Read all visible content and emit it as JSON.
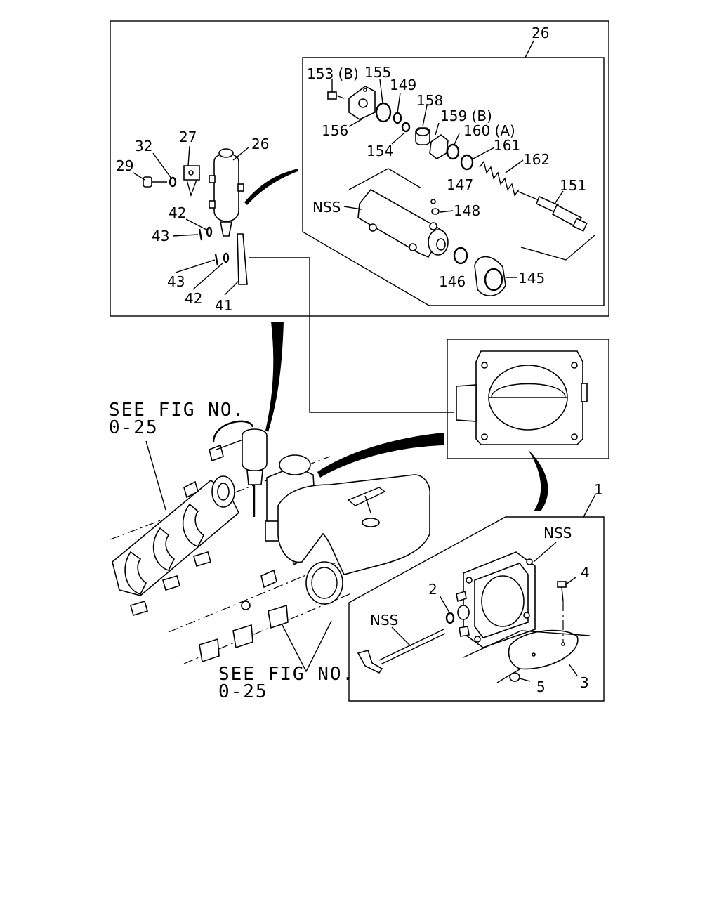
{
  "see_fig": {
    "line1": "SEE FIG NO.",
    "line2": "0-25"
  },
  "labels": {
    "n1": "1",
    "n2": "2",
    "n3": "3",
    "n4": "4",
    "n5": "5",
    "n26_box": "26",
    "n26": "26",
    "n27": "27",
    "n29": "29",
    "n32": "32",
    "n41": "41",
    "n42a": "42",
    "n42b": "42",
    "n43a": "43",
    "n43b": "43",
    "n145": "145",
    "n146": "146",
    "n147": "147",
    "n148": "148",
    "n149": "149",
    "n151": "151",
    "n153": "153 (B)",
    "n154": "154",
    "n155": "155",
    "n156": "156",
    "n158": "158",
    "n159": "159 (B)",
    "n160": "160 (A)",
    "n161": "161",
    "n162": "162",
    "nss_top": "NSS",
    "nss_throttle": "NSS",
    "nss_shaft": "NSS"
  }
}
